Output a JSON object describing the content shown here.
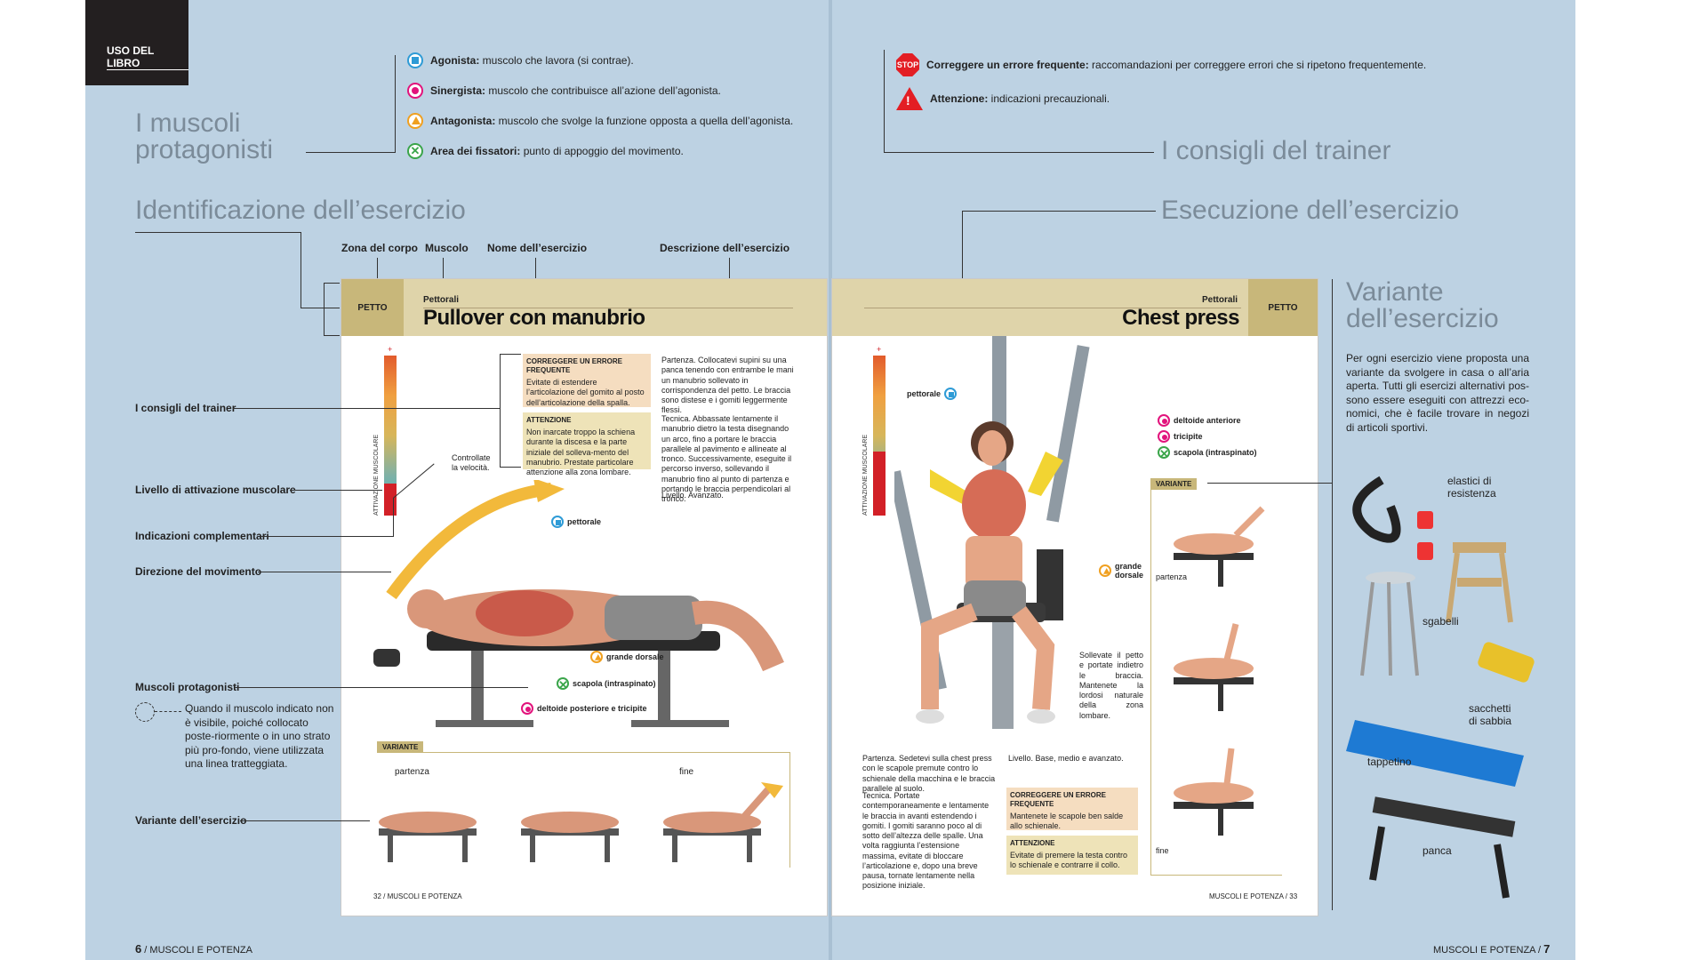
{
  "corner_tab": "USO DEL LIBRO",
  "headings": {
    "muscoli": "I muscoli protagonisti",
    "identificazione": "Identificazione dell’esercizio",
    "consigli": "I consigli del trainer",
    "esecuzione": "Esecuzione dell’esercizio",
    "variante": "Variante dell’esercizio"
  },
  "legend": [
    {
      "term": "Agonista:",
      "desc": " muscolo che lavora (si contrae).",
      "icon": "agonist-icon"
    },
    {
      "term": "Sinergista:",
      "desc": " muscolo che contribuisce all’azione dell’agonista.",
      "icon": "synergist-icon"
    },
    {
      "term": "Antagonista:",
      "desc": " muscolo che svolge la funzione opposta a quella dell’agonista.",
      "icon": "antagonist-icon"
    },
    {
      "term": "Area dei fissatori:",
      "desc": " punto di appoggio del movimento.",
      "icon": "fixator-icon"
    }
  ],
  "trainer_legend": [
    {
      "icon_text": "STOP",
      "term": "Correggere un errore frequente:",
      "desc": " raccomandazioni per correggere errori che si ripetono frequentemente."
    },
    {
      "term": "Attenzione:",
      "desc": " indicazioni precauzionali."
    }
  ],
  "column_labels": {
    "zona": "Zona del corpo",
    "muscolo": "Muscolo",
    "nome": "Nome dell’esercizio",
    "descrizione": "Descrizione dell’esercizio"
  },
  "side_labels": {
    "consigli": "I consigli del trainer",
    "livello": "Livello di attivazione muscolare",
    "indicazioni": "Indicazioni complementari",
    "direzione": "Direzione del movimento",
    "protagonisti": "Muscoli protagonisti",
    "protagonisti_note": "Quando il muscolo indicato non è visibile, poiché collocato poste-riormente o in uno strato più pro-fondo, viene utilizzata una linea tratteggiata.",
    "variante": "Variante dell’esercizio"
  },
  "left_spread": {
    "zone": "PETTO",
    "muscle": "Pettorali",
    "title": "Pullover con manubrio",
    "tip_stop_head": "CORREGGERE UN ERRORE FREQUENTE",
    "tip_stop": "Evitate di estendere l’articolazione del gomito al posto dell’articolazione della spalla.",
    "tip_att_head": "ATTENZIONE",
    "tip_att": "Non inarcate troppo la schiena durante la discesa e la parte iniziale del solleva-mento del manubrio. Prestate particolare attenzione alla zona lombare.",
    "partenza": "Partenza. Collocatevi supini su una panca tenendo con entrambe le mani un manubrio sollevato in corrispondenza del petto. Le braccia sono distese e i gomiti leggermente flessi.",
    "tecnica": "Tecnica. Abbassate lentamente il manubrio dietro la testa disegnando un arco, fino a portare le braccia parallele al pavimento e allineate al tronco. Successivamente, eseguite il percorso inverso, sollevando il manubrio fino al punto di partenza e portando le braccia perpendicolari al tronco.",
    "livello": "Livello. Avanzato.",
    "note": "Controllate la velocità.",
    "bar_label": "ATTIVAZIONE MUSCOLARE",
    "activation_level": 2,
    "tags": {
      "pettorale": "pettorale",
      "grande_dorsale": "grande dorsale",
      "scapola": "scapola (intraspinato)",
      "deltoide": "deltoide posteriore e tricipite"
    },
    "variante_tag": "VARIANTE",
    "var_partenza": "partenza",
    "var_fine": "fine",
    "folio": "32 / MUSCOLI E POTENZA"
  },
  "right_spread": {
    "zone": "PETTO",
    "muscle": "Pettorali",
    "title": "Chest press",
    "bar_label": "ATTIVAZIONE MUSCOLARE",
    "activation_level": 4,
    "tags": {
      "pettorale": "pettorale",
      "deltoide": "deltoide anteriore",
      "tricipite": "tricipite",
      "scapola": "scapola (intraspinato)",
      "grande_dorsale": "grande dorsale"
    },
    "note": "Sollevate il petto e portate indietro le braccia. Mantenete la lordosi naturale della zona lombare.",
    "partenza": "Partenza. Sedetevi sulla chest press con le scapole premute contro lo schienale della macchina e le braccia parallele al suolo.",
    "livello": "Livello. Base, medio e avanzato.",
    "tecnica": "Tecnica. Portate contemporaneamente e lentamente le braccia in avanti estendendo i gomiti. I gomiti saranno poco al di sotto dell’altezza delle spalle. Una volta raggiunta l’estensione massima, evitate di bloccare l’articolazione e, dopo una breve pausa, tornate lentamente nella posizione iniziale.",
    "tip_stop_head": "CORREGGERE UN ERRORE FREQUENTE",
    "tip_stop": "Mantenete le scapole ben salde allo schienale.",
    "tip_att_head": "ATTENZIONE",
    "tip_att": "Evitate di premere la testa contro lo schienale e contrarre il collo.",
    "variante_tag": "VARIANTE",
    "var_partenza": "partenza",
    "var_fine": "fine",
    "folio": "MUSCOLI E POTENZA / 33"
  },
  "variante_text": "Per ogni esercizio viene proposta una variante da svolgere in casa o all’aria aperta. Tutti gli esercizi alternativi pos-sono essere eseguiti con attrezzi eco-nomici, che è facile trovare in negozi di articoli sportivi.",
  "equipment": {
    "elastici": "elastici di resistenza",
    "sgabelli": "sgabelli",
    "sacchetti": "sacchetti di sabbia",
    "tappetino": "tappetino",
    "panca": "panca"
  },
  "folio_left_num": "6",
  "folio_left_text": " / MUSCOLI E POTENZA",
  "folio_right_text": "MUSCOLI E POTENZA / ",
  "folio_right_num": "7"
}
